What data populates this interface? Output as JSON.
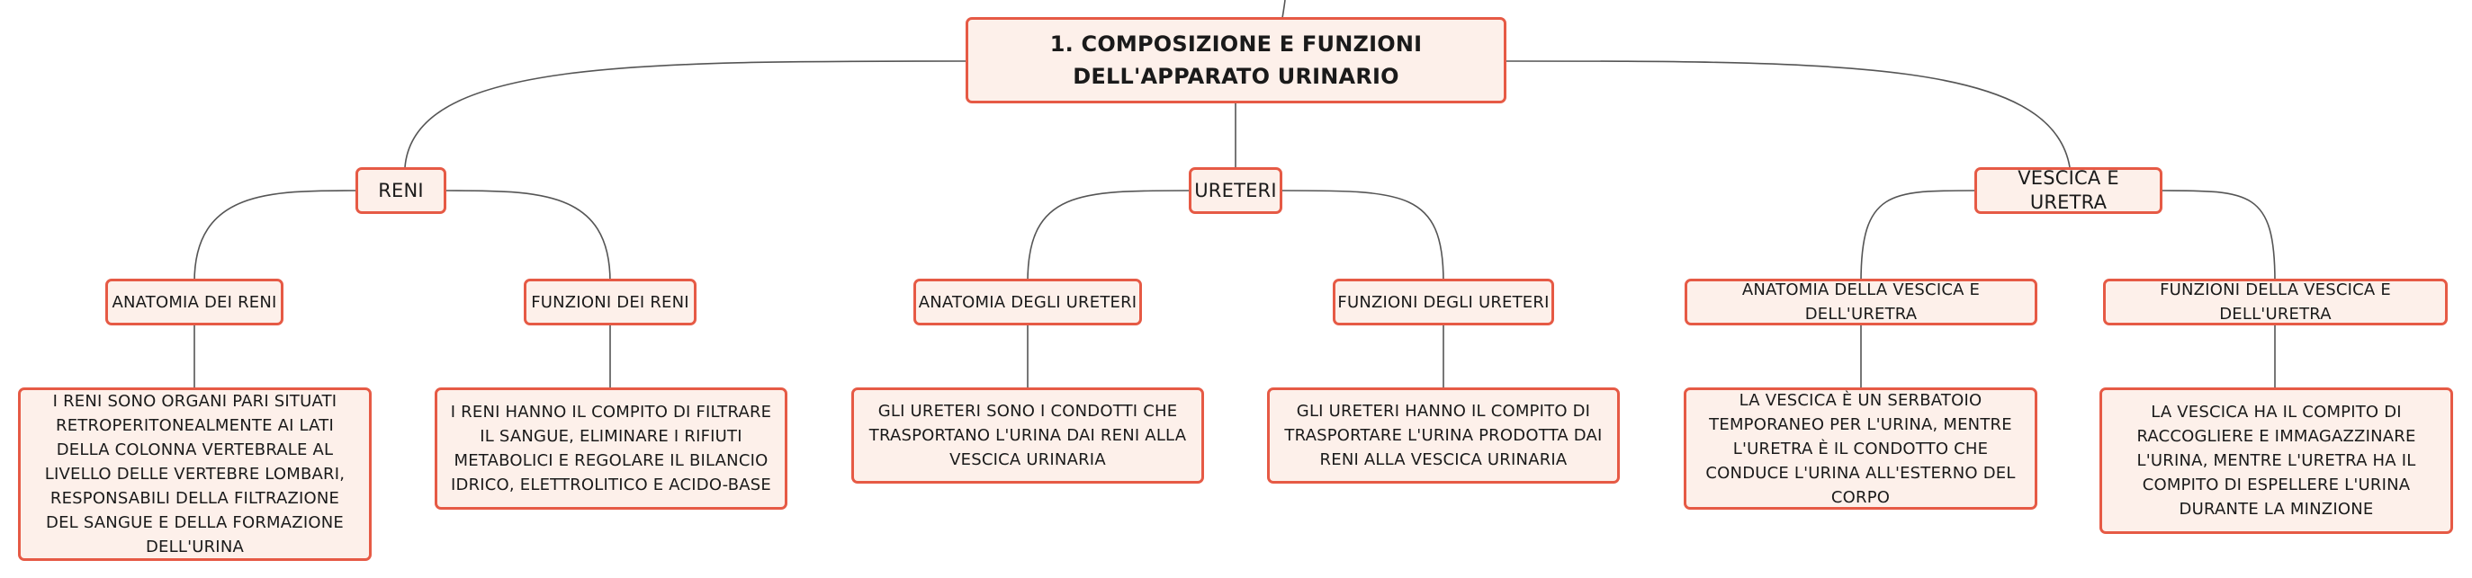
{
  "root": "1. COMPOSIZIONE E FUNZIONI DELL'APPARATO URINARIO",
  "branches": [
    {
      "label": "RENI",
      "children": [
        {
          "label": "ANATOMIA DEI RENI",
          "detail": "I RENI SONO ORGANI PARI SITUATI RETROPERITONEALMENTE AI LATI DELLA COLONNA VERTEBRALE AL LIVELLO DELLE VERTEBRE LOMBARI, RESPONSABILI DELLA FILTRAZIONE DEL SANGUE E DELLA FORMAZIONE DELL'URINA"
        },
        {
          "label": "FUNZIONI DEI RENI",
          "detail": "I RENI HANNO IL COMPITO DI FILTRARE IL SANGUE, ELIMINARE I RIFIUTI METABOLICI E REGOLARE IL BILANCIO IDRICO, ELETTROLITICO E ACIDO-BASE"
        }
      ]
    },
    {
      "label": "URETERI",
      "children": [
        {
          "label": "ANATOMIA DEGLI URETERI",
          "detail": "GLI URETERI SONO I CONDOTTI CHE TRASPORTANO L'URINA DAI RENI ALLA VESCICA URINARIA"
        },
        {
          "label": "FUNZIONI DEGLI URETERI",
          "detail": "GLI URETERI HANNO IL COMPITO DI TRASPORTARE L'URINA PRODOTTA DAI RENI ALLA VESCICA URINARIA"
        }
      ]
    },
    {
      "label": "VESCICA E URETRA",
      "children": [
        {
          "label": "ANATOMIA DELLA VESCICA E DELL'URETRA",
          "detail": "LA VESCICA È UN SERBATOIO TEMPORANEO PER L'URINA, MENTRE L'URETRA È IL CONDOTTO CHE CONDUCE L'URINA ALL'ESTERNO DEL CORPO"
        },
        {
          "label": "FUNZIONI DELLA VESCICA E DELL'URETRA",
          "detail": "LA VESCICA HA IL COMPITO DI RACCOGLIERE E IMMAGAZZINARE L'URINA, MENTRE L'URETRA HA IL COMPITO DI ESPELLERE L'URINA DURANTE LA MINZIONE"
        }
      ]
    }
  ]
}
